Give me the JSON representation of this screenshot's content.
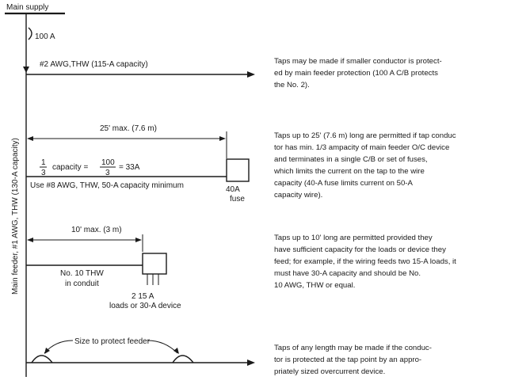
{
  "labels": {
    "main_supply": "Main supply",
    "breaker": "100 A",
    "feeder_tap_label": "#2 AWG,THW (115-A capacity)",
    "vertical_label": "Main feeder, #1 AWG, THW (130-A capacity)",
    "tap1_length": "25' max. (7.6 m)",
    "tap1_capacity_prefix": "capacity =",
    "tap1_frac_left_num": "1",
    "tap1_frac_left_den": "3",
    "tap1_frac_right_num": "100",
    "tap1_frac_right_den": "3",
    "tap1_result": "= 33A",
    "tap1_wire": "Use #8 AWG, THW, 50-A  capacity minimum",
    "tap1_fuse_a": "40A",
    "tap1_fuse_b": "fuse",
    "tap2_length": "10' max. (3 m)",
    "tap2_wire_a": "No. 10 THW",
    "tap2_wire_b": "in conduit",
    "tap2_loads_a": "2   15 A",
    "tap2_loads_b": "loads or 30-A device",
    "tap3_size": "Size to protect feeder"
  },
  "descriptions": [
    [
      "Taps may be made if smaller conductor is protect-",
      "ed by main feeder protection (100 A C/B protects",
      "the No. 2)."
    ],
    [
      "Taps up to 25' (7.6 m) long are permitted if tap conduc",
      "tor has min. 1/3 ampacity of main feeder O/C device",
      "and terminates in a single C/B or set of fuses,",
      "which limits the current on the tap to the wire",
      "capacity (40-A fuse limits current on 50-A",
      "capacity wire)."
    ],
    [
      "Taps up to 10' long are permitted provided they",
      "have sufficient capacity for the loads or device they",
      "feed; for example, if the wiring feeds two 15-A loads, it",
      "must have 30-A capacity and should be No.",
      "10 AWG,  THW or equal."
    ],
    [
      "Taps of any length may be made if the conduc-",
      "tor is protected at the tap point by an appro-",
      "priately sized overcurrent device."
    ]
  ]
}
